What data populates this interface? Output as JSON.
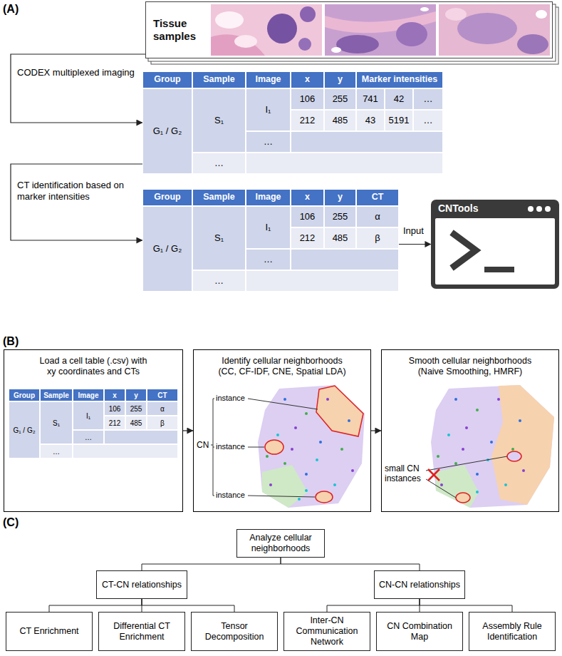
{
  "diagram": {
    "nodes": [
      {
        "text": [
          "Tissue samples"
        ]
      },
      {
        "text": [
          "Group",
          "Sample",
          "Image",
          "x",
          "y",
          "Marker intensities",
          "G₁ / G₂",
          "S₁",
          "I₁",
          "106",
          "255",
          "741",
          "42",
          "…",
          "212",
          "485",
          "43",
          "5191",
          "…",
          "…",
          "…"
        ]
      },
      {
        "text": [
          "Group",
          "Sample",
          "Image",
          "x",
          "y",
          "CT",
          "G₁ / G₂",
          "S₁",
          "I₁",
          "106",
          "255",
          "α",
          "212",
          "485",
          "β",
          "…",
          "…"
        ]
      },
      {
        "text": [
          "CNTools"
        ]
      },
      {
        "text": [
          "Load a cell table (.csv) with xy coordinates and CTs"
        ]
      },
      {
        "text": [
          "Group",
          "Sample",
          "Image",
          "x",
          "y",
          "CT",
          "G₁ / G₂",
          "S₁",
          "I₁",
          "106",
          "255",
          "α",
          "212",
          "485",
          "β",
          "…",
          "…"
        ],
        "in": 4
      },
      {
        "text": [
          "Identify cellular neighborhoods (CC, CF-IDF, CNE, Spatial LDA)"
        ]
      },
      {
        "text": [
          "Smooth cellular neighborhoods (Naive Smoothing, HMRF)"
        ]
      },
      {
        "text": [
          "Analyze cellular neighborhoods"
        ]
      },
      {
        "text": [
          "CT-CN relationships"
        ]
      },
      {
        "text": [
          "CN-CN relationships"
        ]
      },
      {
        "text": [
          "CT Enrichment"
        ]
      },
      {
        "text": [
          "Differential CT Enrichment"
        ]
      },
      {
        "text": [
          "Tensor Decomposition"
        ]
      },
      {
        "text": [
          "Inter-CN Communication Network"
        ]
      },
      {
        "text": [
          "CN Combination Map"
        ]
      },
      {
        "text": [
          "Assembly Rule Identification"
        ]
      }
    ],
    "edges": [
      {
        "from": 0,
        "to": 1,
        "label": "CODEX multiplexed imaging",
        "arrow": "to"
      },
      {
        "from": 1,
        "to": 2,
        "label": "CT identification based on marker intensities",
        "arrow": "to"
      },
      {
        "from": 2,
        "to": 3,
        "label": "Input",
        "arrow": "to"
      },
      {
        "from": 4,
        "to": 6,
        "arrow": "to"
      },
      {
        "from": 6,
        "to": 7,
        "arrow": "to"
      },
      {
        "from": 8,
        "to": 9,
        "arrow": "none"
      },
      {
        "from": 8,
        "to": 10,
        "arrow": "none"
      },
      {
        "from": 9,
        "to": 11,
        "arrow": "none"
      },
      {
        "from": 9,
        "to": 12,
        "arrow": "none"
      },
      {
        "from": 9,
        "to": 13,
        "arrow": "none"
      },
      {
        "from": 10,
        "to": 14,
        "arrow": "none"
      },
      {
        "from": 10,
        "to": 15,
        "arrow": "none"
      },
      {
        "from": 10,
        "to": 16,
        "arrow": "none"
      }
    ],
    "labels": [
      "(A)",
      "(B)",
      "(C)",
      "CN",
      "instance",
      "instance",
      "instance",
      "small CN instances"
    ]
  }
}
